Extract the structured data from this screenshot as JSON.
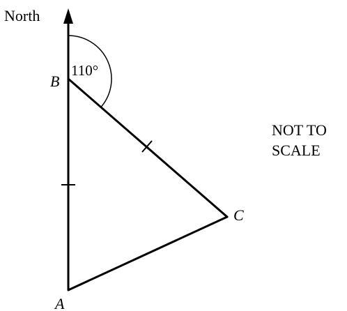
{
  "diagram": {
    "north_label": "North",
    "vertices": {
      "A": "A",
      "B": "B",
      "C": "C"
    },
    "angle_label": "110°",
    "note_lines": [
      "NOT TO",
      "SCALE"
    ]
  }
}
